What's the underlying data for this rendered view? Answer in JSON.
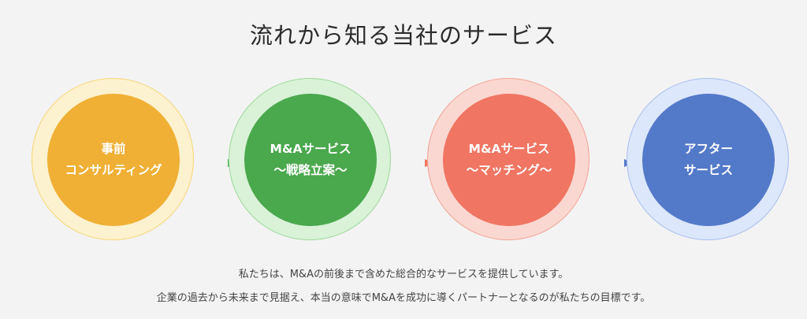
{
  "title": "流れから知る当社のサービス",
  "steps": [
    {
      "line1": "事前",
      "line2": "コンサルティング",
      "ring_color": "#fdf2cf",
      "ring_border": "#f6d77a",
      "core_color": "#f0b035",
      "icon": "circle-step"
    },
    {
      "line1": "M&Aサービス",
      "line2": "～戦略立案～",
      "ring_color": "#d9f2d8",
      "ring_border": "#9fd99c",
      "core_color": "#4aa84d",
      "icon": "circle-step"
    },
    {
      "line1": "M&Aサービス",
      "line2": "～マッチング～",
      "ring_color": "#fbd7d1",
      "ring_border": "#f3a597",
      "core_color": "#f07562",
      "icon": "circle-step"
    },
    {
      "line1": "アフター",
      "line2": "サービス",
      "ring_color": "#dde7fb",
      "ring_border": "#a8bff0",
      "core_color": "#5379c9",
      "icon": "circle-step"
    }
  ],
  "connectors": [
    {
      "from_color": "#f0b035",
      "to_color": "#4aa84d",
      "icon": "arrow-right-icon"
    },
    {
      "from_color": "#4aa84d",
      "to_color": "#f07562",
      "icon": "arrow-right-icon"
    },
    {
      "from_color": "#f07562",
      "to_color": "#5379c9",
      "icon": "arrow-right-icon"
    }
  ],
  "description": {
    "line1": "私たちは、M&Aの前後まで含めた総合的なサービスを提供しています。",
    "line2": "企業の過去から未来まで見据え、本当の意味でM&Aを成功に導くパートナーとなるのが私たちの目標です。"
  }
}
